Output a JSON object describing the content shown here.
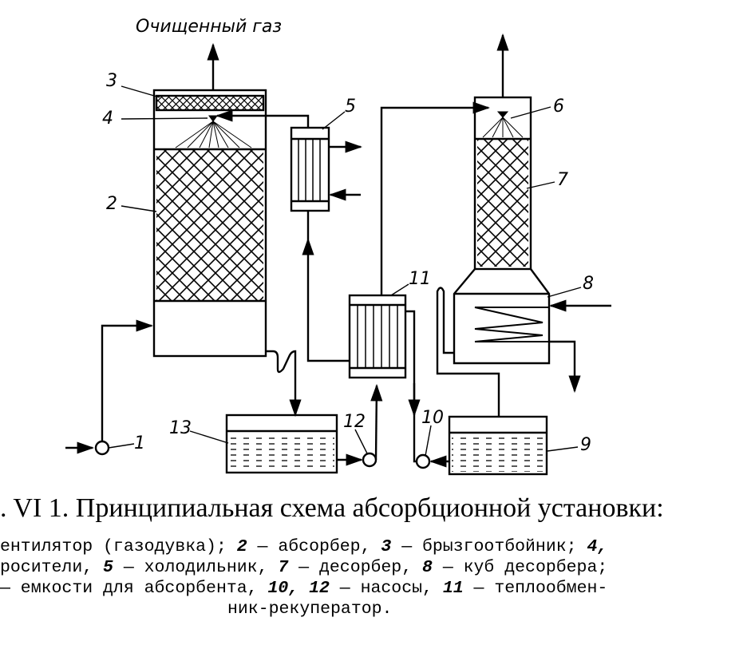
{
  "diagram": {
    "gas_out_label": "Очищенный газ",
    "labels": {
      "l1": "1",
      "l2": "2",
      "l3": "3",
      "l4": "4",
      "l5": "5",
      "l6": "6",
      "l7": "7",
      "l8": "8",
      "l9": "9",
      "l10": "10",
      "l11": "11",
      "l12": "12",
      "l13": "13"
    }
  },
  "caption": ". VI 1. Принципиальная схема абсорбционной установки:",
  "legend": {
    "line1": {
      "a": "ентилятор (газодувка); ",
      "b": "2",
      "c": " — абсорбер, ",
      "d": "3",
      "e": " — брызгоотбойник; ",
      "f": "4,"
    },
    "line2": {
      "a": "росители, ",
      "b": "5",
      "c": " — холодильник, ",
      "d": "7",
      "e": " — десорбер, ",
      "f": "8",
      "g": " — куб десорбера;"
    },
    "line3": {
      "a": "— емкости для абсорбента, ",
      "b": "10, 12",
      "c": " — насосы, ",
      "d": "11",
      "e": " — теплообмен-"
    },
    "line4": "ник-рекуператор."
  }
}
